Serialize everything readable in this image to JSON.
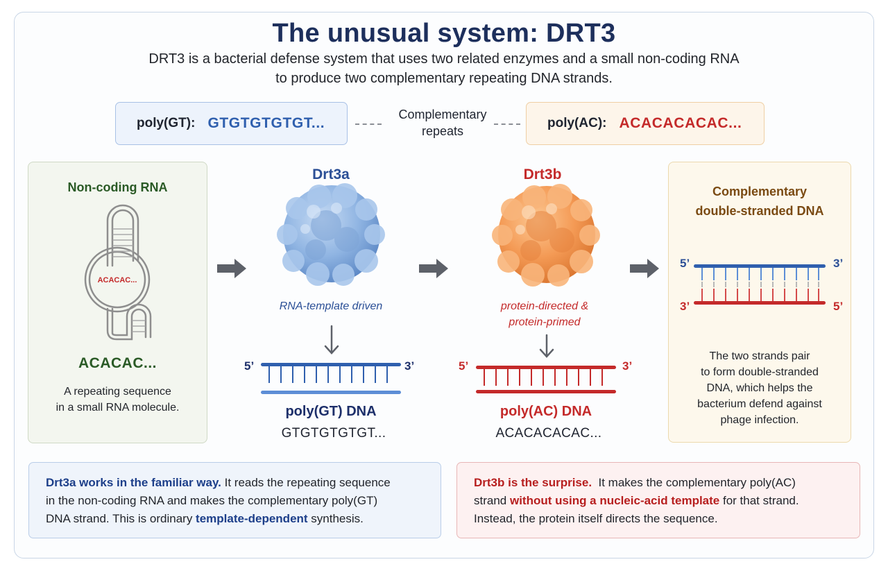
{
  "title": "The unusual system: DRT3",
  "subtitle": {
    "line1": "DRT3 is a bacterial defense system that uses two related enzymes and a small non-coding RNA",
    "line2": "to produce two complementary repeating DNA strands."
  },
  "repeats": {
    "gt_label": "poly(GT):",
    "gt_seq": "GTGTGTGTGT...",
    "ac_label": "poly(AC):",
    "ac_seq": "ACACACACAC...",
    "middle_line1": "Complementary",
    "middle_line2": "repeats"
  },
  "rna_panel": {
    "title": "Non-coding RNA",
    "loop_seq": "ACACAC...",
    "sequence": "ACACAC...",
    "desc_line1": "A repeating sequence",
    "desc_line2": "in a small RNA molecule."
  },
  "drt3a": {
    "name": "Drt3a",
    "desc": "RNA-template driven",
    "prime5": "5’",
    "prime3": "3’",
    "product": "poly(GT) DNA",
    "product_seq": "GTGTGTGTGT..."
  },
  "drt3b": {
    "name": "Drt3b",
    "desc_line1": "protein-directed &",
    "desc_line2": "protein-primed",
    "prime5": "5’",
    "prime3": "3’",
    "product": "poly(AC) DNA",
    "product_seq": "ACACACACAC..."
  },
  "dsdna_panel": {
    "title_line1": "Complementary",
    "title_line2": "double-stranded DNA",
    "top_left": "5’",
    "top_right": "3’",
    "bottom_left": "3’",
    "bottom_right": "5’",
    "desc_line1": "The two strands pair",
    "desc_line2": "to form double-stranded",
    "desc_line3": "DNA, which helps the",
    "desc_line4": "bacterium defend against",
    "desc_line5": "phage infection."
  },
  "note_a": {
    "lead": "Drt3a works in the familiar way.",
    "text1": " It reads the repeating sequence",
    "text2": "in the non-coding RNA and makes the complementary poly(GT)",
    "text3": "DNA strand. This is ordinary ",
    "emph": "template-dependent",
    "text4": " synthesis."
  },
  "note_b": {
    "lead": "Drt3b is the surprise.",
    "text1": "  It makes the complementary poly(AC)",
    "text2": "strand ",
    "emph": "without using a nucleic-acid template",
    "text3": " for that strand.",
    "text4": "Instead, the protein itself directs the sequence."
  },
  "colors": {
    "blue": "#2f5fae",
    "red": "#c42a2a",
    "green": "#2a5a26",
    "brown": "#7a4a12",
    "arrow": "#5d6169"
  },
  "icons": [
    "right-arrow-icon",
    "down-arrow-icon",
    "protein-blob-icon",
    "rna-hairpin-icon",
    "dna-strand-icon"
  ]
}
